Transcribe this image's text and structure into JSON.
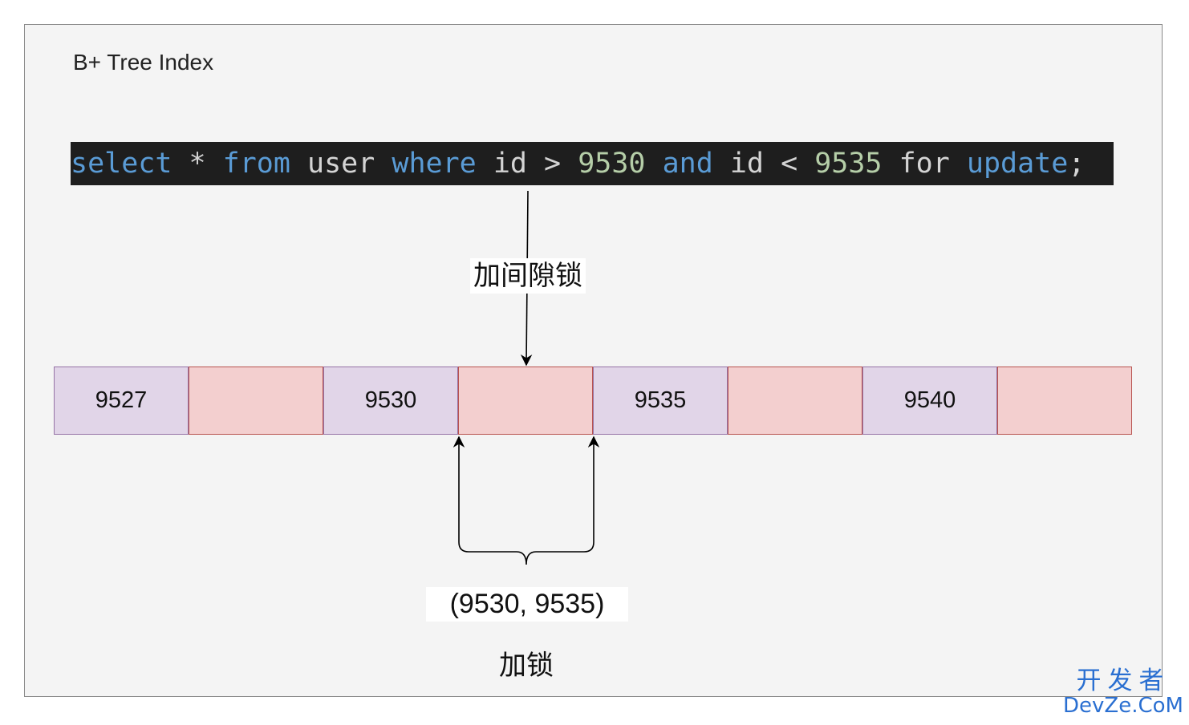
{
  "title": "B+ Tree Index",
  "sql": {
    "tokens": [
      {
        "text": "select",
        "kind": "kw"
      },
      {
        "text": " * ",
        "kind": "plain"
      },
      {
        "text": "from",
        "kind": "kw"
      },
      {
        "text": " user ",
        "kind": "plain"
      },
      {
        "text": "where",
        "kind": "kw"
      },
      {
        "text": " id > ",
        "kind": "plain"
      },
      {
        "text": "9530",
        "kind": "num"
      },
      {
        "text": " ",
        "kind": "plain"
      },
      {
        "text": "and",
        "kind": "kw"
      },
      {
        "text": " id < ",
        "kind": "plain"
      },
      {
        "text": "9535",
        "kind": "num"
      },
      {
        "text": " for ",
        "kind": "plain"
      },
      {
        "text": "update",
        "kind": "kw"
      },
      {
        "text": ";",
        "kind": "plain"
      }
    ]
  },
  "gap_lock_label": "加间隙锁",
  "index_cells": [
    {
      "type": "record",
      "value": "9527"
    },
    {
      "type": "gap",
      "value": ""
    },
    {
      "type": "record",
      "value": "9530"
    },
    {
      "type": "gap",
      "value": ""
    },
    {
      "type": "record",
      "value": "9535"
    },
    {
      "type": "gap",
      "value": ""
    },
    {
      "type": "record",
      "value": "9540"
    },
    {
      "type": "gap",
      "value": ""
    }
  ],
  "range_label": "(9530, 9535)",
  "lock_label": "加锁",
  "watermark": {
    "line1": "开发者",
    "line2": "DevZe.CoM"
  },
  "colors": {
    "record_fill": "#e1d5e8",
    "record_border": "#9673a6",
    "gap_fill": "#f3cfcf",
    "gap_border": "#b85450",
    "sql_bg": "#1e1e1e",
    "sql_keyword": "#5a9bd5",
    "sql_number": "#b5cea8",
    "watermark": "#2a6fd1"
  }
}
